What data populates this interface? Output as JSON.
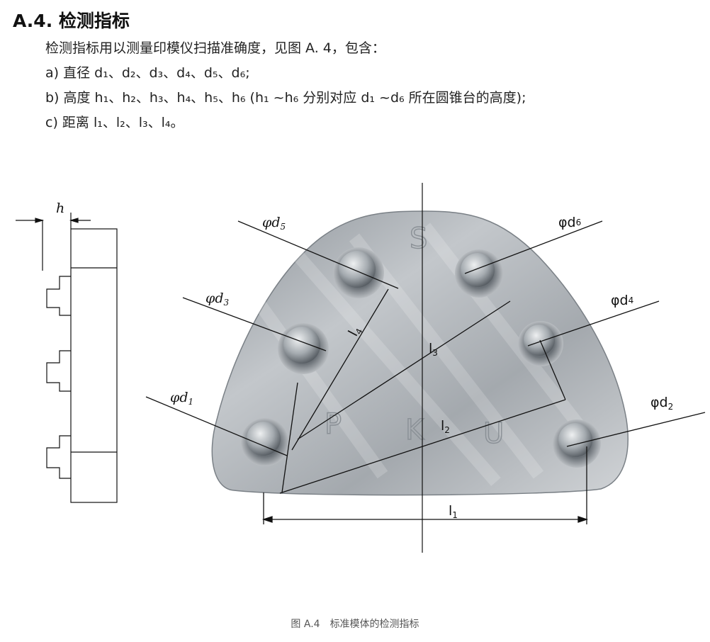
{
  "section": {
    "number": "A.4.",
    "title": "检测指标"
  },
  "body": {
    "intro": "检测指标用以测量印模仪扫描准确度，见图 A. 4，包含：",
    "item_a_prefix": "a) 直径 ",
    "item_a_rest": "d₁、d₂、d₃、d₄、d₅、d₆;",
    "item_b": "b) 高度 h₁、h₂、h₃、h₄、h₅、h₆ (h₁ ~h₆ 分别对应 d₁ ~d₆ 所在圆锥台的高度);",
    "item_c": "c) 距离 l₁、l₂、l₃、l₄。"
  },
  "figure": {
    "side_view_label": "h",
    "labels": {
      "phi": "φ",
      "d": "d",
      "d1_sub": "1",
      "d2_sub": "2",
      "d3_sub": "3",
      "d4_sub": "4",
      "d5_sub": "5",
      "d6_sub": "6",
      "l": "l",
      "l1_sub": "1",
      "l2_sub": "2",
      "l3_sub": "3",
      "l4_sub": "4"
    },
    "embossed": {
      "s": "S",
      "p": "P",
      "k": "K",
      "u": "U"
    }
  },
  "caption": {
    "number": "图 A.4",
    "text": "标准模体的检测指标"
  },
  "colors": {
    "metal_light": "#c9cdd1",
    "metal_mid": "#a9aeb3",
    "metal_dark": "#7f858b",
    "line": "#111111"
  }
}
